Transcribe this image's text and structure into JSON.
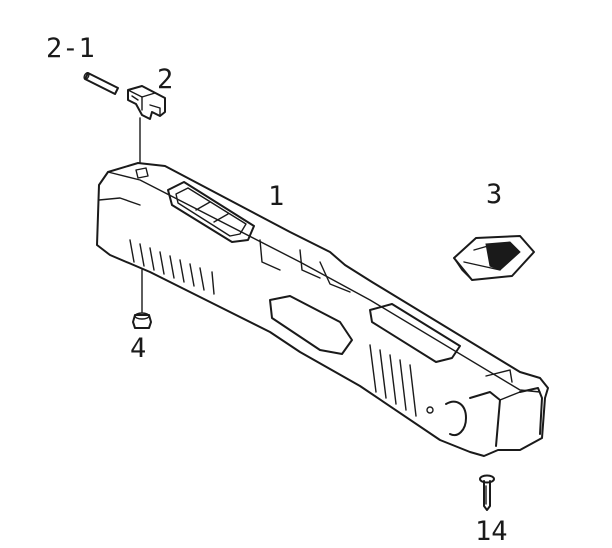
{
  "parts": [
    {
      "id": "2-1",
      "label": "2-1"
    },
    {
      "id": "2",
      "label": "2"
    },
    {
      "id": "1",
      "label": "1"
    },
    {
      "id": "3",
      "label": "3"
    },
    {
      "id": "4",
      "label": "4"
    },
    {
      "id": "14",
      "label": "14"
    }
  ],
  "colors": {
    "line": "#1a1a1a",
    "background": "#ffffff"
  }
}
